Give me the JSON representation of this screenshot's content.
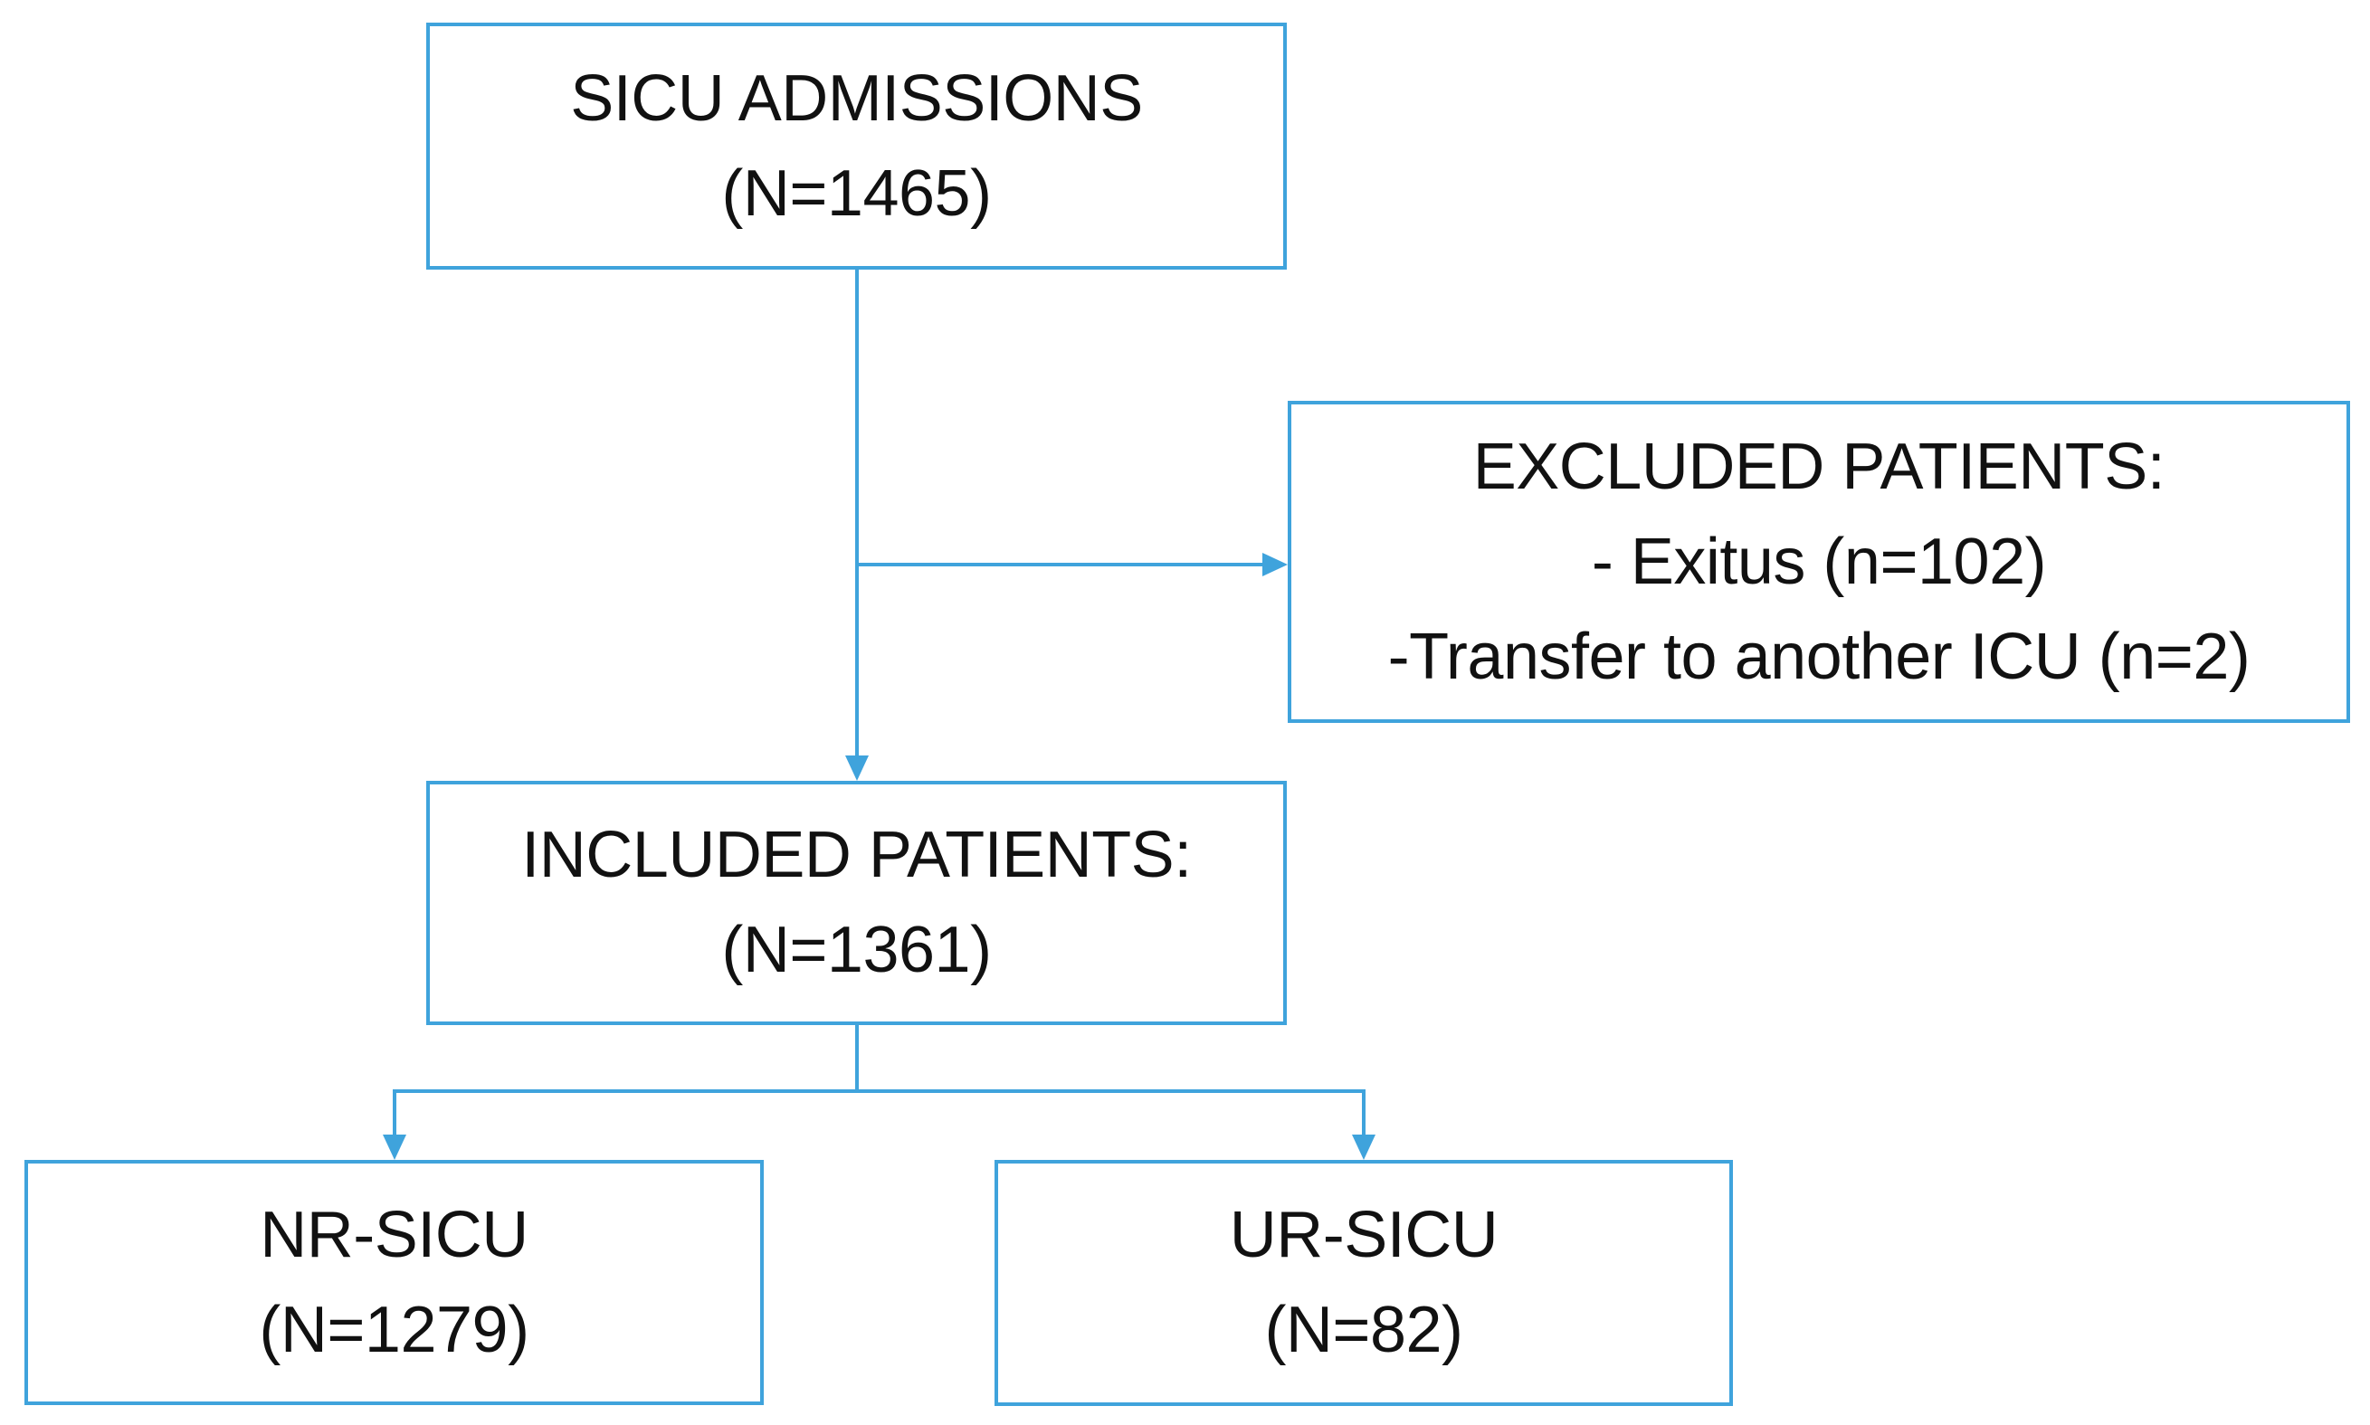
{
  "colors": {
    "line": "#3fa3dc",
    "text": "#111111",
    "background": "#ffffff"
  },
  "nodes": {
    "admissions": {
      "lines": [
        "SICU ADMISSIONS",
        "(N=1465)"
      ]
    },
    "excluded": {
      "lines": [
        "EXCLUDED PATIENTS:",
        "- Exitus (n=102)",
        "-Transfer to another ICU (n=2)"
      ]
    },
    "included": {
      "lines": [
        "INCLUDED PATIENTS:",
        "(N=1361)"
      ]
    },
    "nr_sicu": {
      "lines": [
        "NR-SICU",
        "(N=1279)"
      ]
    },
    "ur_sicu": {
      "lines": [
        "UR-SICU",
        "(N=82)"
      ]
    }
  },
  "edges": [
    {
      "from": "admissions",
      "to": "excluded",
      "type": "arrow"
    },
    {
      "from": "admissions",
      "to": "included",
      "type": "arrow"
    },
    {
      "from": "included",
      "to": "nr_sicu",
      "type": "arrow"
    },
    {
      "from": "included",
      "to": "ur_sicu",
      "type": "arrow"
    }
  ]
}
